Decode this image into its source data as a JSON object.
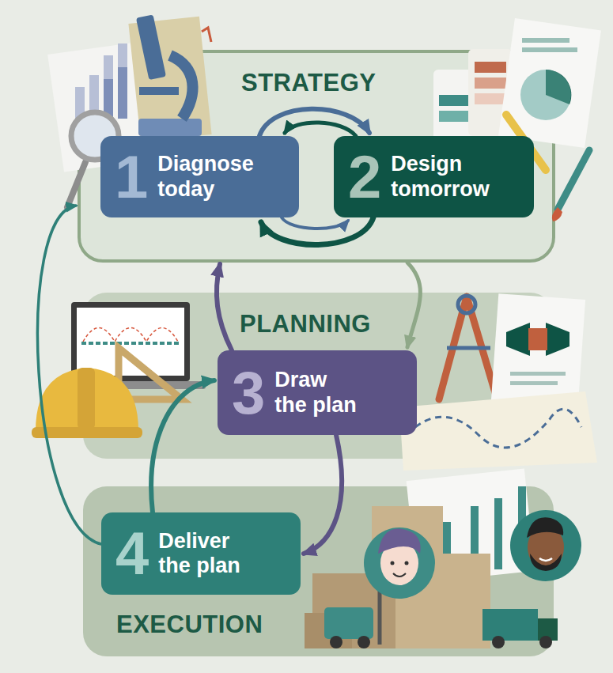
{
  "diagram": {
    "nodes": [
      {
        "text": [
          "STRATEGY"
        ]
      },
      {
        "text": [
          "1",
          "Diagnose today"
        ],
        "in": 0
      },
      {
        "text": [
          "2",
          "Design tomorrow"
        ],
        "in": 0
      },
      {
        "text": [
          "PLANNING"
        ]
      },
      {
        "text": [
          "3",
          "Draw the plan"
        ],
        "in": 3
      },
      {
        "text": [
          "EXECUTION"
        ]
      },
      {
        "text": [
          "4",
          "Deliver the plan"
        ],
        "in": 5
      }
    ],
    "edges": [
      {
        "from": 1,
        "to": 2,
        "arrow": "to"
      },
      {
        "from": 2,
        "to": 1,
        "arrow": "to"
      },
      {
        "from": 1,
        "to": 2,
        "arrow": "to"
      },
      {
        "from": 2,
        "to": 1,
        "arrow": "to"
      },
      {
        "from": 0,
        "to": 4,
        "arrow": "to"
      },
      {
        "from": 4,
        "to": 0,
        "arrow": "to"
      },
      {
        "from": 4,
        "to": 6,
        "arrow": "to"
      },
      {
        "from": 6,
        "to": 4,
        "arrow": "to"
      },
      {
        "from": 6,
        "to": 0,
        "arrow": "to"
      }
    ]
  }
}
